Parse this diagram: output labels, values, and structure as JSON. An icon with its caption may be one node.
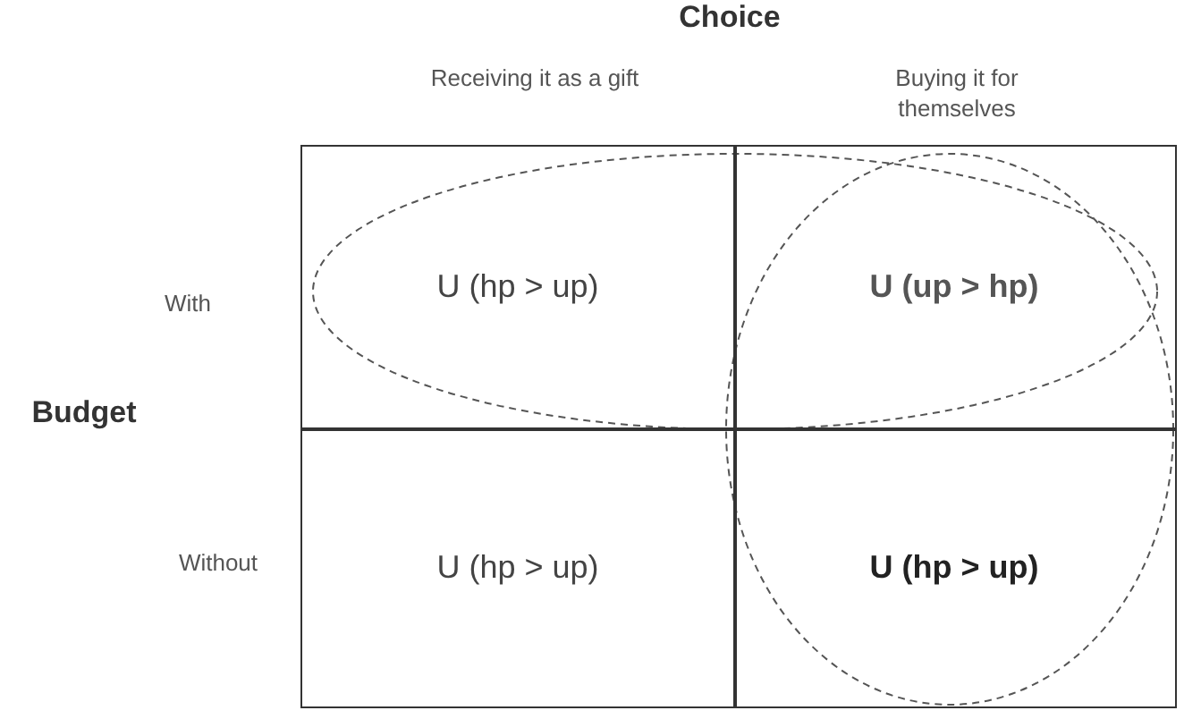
{
  "diagram": {
    "nodes": [
      {
        "text": [
          "U (hp > up)"
        ]
      },
      {
        "text": [
          "U (up > hp)"
        ]
      },
      {
        "text": [
          "U (hp > up)"
        ]
      },
      {
        "text": [
          "U (hp > up)"
        ]
      }
    ],
    "labels": [
      "Choice",
      "Receiving it as a gift",
      "Buying it for themselves",
      "With",
      "Budget",
      "Without"
    ]
  }
}
